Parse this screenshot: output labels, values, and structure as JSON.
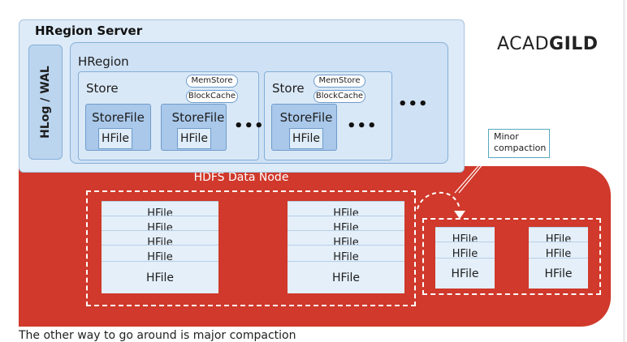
{
  "diagram": {
    "server_title": "HRegion Server",
    "hlog_label": "HLog / WAL",
    "hregion_title": "HRegion",
    "stores": [
      {
        "label": "Store",
        "memstore": "MemStore",
        "blockcache": "BlockCache",
        "storefiles": [
          {
            "label": "StoreFile",
            "hfile": "HFile"
          },
          {
            "label": "StoreFile",
            "hfile": "HFile"
          }
        ],
        "more": "•••"
      },
      {
        "label": "Store",
        "memstore": "MemStore",
        "blockcache": "BlockCache",
        "storefiles": [
          {
            "label": "StoreFile",
            "hfile": "HFile"
          }
        ],
        "more": "•••"
      }
    ],
    "more_stores": "•••",
    "hdfs_label": "HDFS Data Node",
    "minor_compaction_label": "Minor compaction",
    "hdfs_groups": [
      {
        "stacks": [
          {
            "hfiles": [
              "HFile",
              "HFile",
              "HFile",
              "HFile",
              "HFile"
            ]
          },
          {
            "hfiles": [
              "HFile",
              "HFile",
              "HFile",
              "HFile",
              "HFile"
            ]
          }
        ]
      },
      {
        "stacks": [
          {
            "hfiles": [
              "HFile",
              "HFile",
              "HFile"
            ]
          },
          {
            "hfiles": [
              "HFile",
              "HFile",
              "HFile"
            ]
          }
        ]
      }
    ]
  },
  "logo": {
    "part1": "ACAD",
    "part2": "GILD"
  },
  "caption": "The other way to go around is major compaction",
  "colors": {
    "hdfs_red": "#d0392b",
    "server_bg": "#ddeaf7",
    "storefile_blue": "#a9c8ea",
    "callout_border": "#57a8bf"
  }
}
